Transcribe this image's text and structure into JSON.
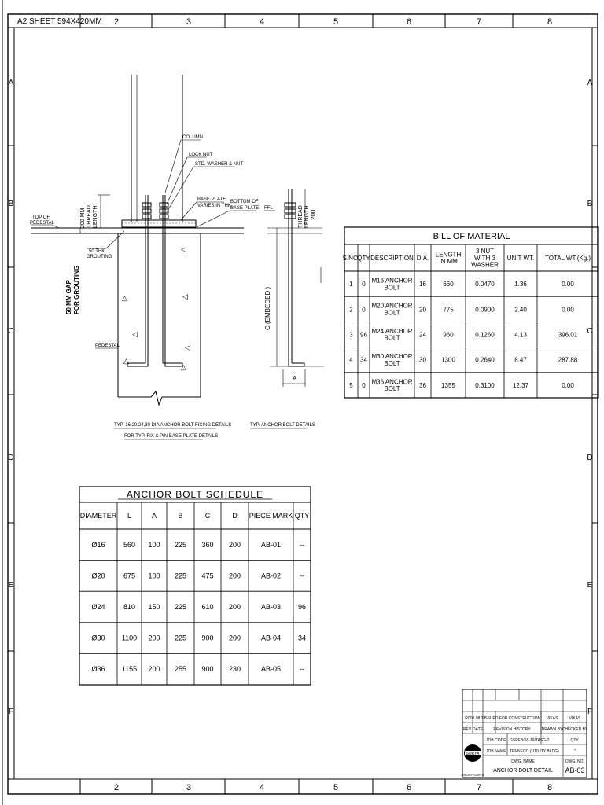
{
  "sheet": {
    "size_label": "A2 SHEET 594X420MM",
    "columns": [
      "2",
      "3",
      "4",
      "5",
      "6",
      "7",
      "8"
    ],
    "rows": [
      "A",
      "B",
      "C",
      "D",
      "E",
      "F"
    ]
  },
  "detail": {
    "labels": {
      "column": "COLUMN",
      "lock_nut": "LOCK NUT",
      "washer_nut": "STD. WASHER & NUT",
      "base_plate_1": "BASE PLATE",
      "base_plate_2": "VARIES IN THK.",
      "bottom_bp_1": "BOTTOM OF",
      "bottom_bp_2": "BASE PLATE",
      "ffl": "FFL",
      "top_ped_1": "TOP OF",
      "top_ped_2": "PEDESTAL",
      "grout_1": "50 THK.",
      "grout_2": "GROUTING",
      "pedestal": "PEDESTAL",
      "thread_1": "200 MM",
      "thread_2": "THREAD",
      "thread_3": "LENGTH",
      "gap_1": "50 MM GAP",
      "gap_2": "FOR GROUTING",
      "embedded": "C (EMBEDED )",
      "thread_len_1": "THREAD",
      "thread_len_2": "LENGTH",
      "thread_len_3": "200",
      "dim_a": "A",
      "caption_1": "TYP. 16,20,24,30 DIA ANCHOR BOLT FIXING DETAILS",
      "caption_2": "FOR TYP. FIX & PIN BASE PLATE DETAILS",
      "caption_3": "TYP.  ANCHOR BOLT DETAILS"
    }
  },
  "bom": {
    "title": "BILL OF MATERIAL",
    "headers": [
      "S.NO.",
      "QTY",
      "DESCRIPTION",
      "DIA.",
      "LENGTH IN MM",
      "3 NUT WITH 3 WASHER",
      "UNIT WT.",
      "TOTAL WT.(Kg.)"
    ],
    "rows": [
      [
        "1",
        "0",
        "M16 ANCHOR BOLT",
        "16",
        "660",
        "0.0470",
        "1.36",
        "0.00"
      ],
      [
        "2",
        "0",
        "M20 ANCHOR BOLT",
        "20",
        "775",
        "0.0900",
        "2.40",
        "0.00"
      ],
      [
        "3",
        "96",
        "M24 ANCHOR BOLT",
        "24",
        "960",
        "0.1260",
        "4.13",
        "396.01"
      ],
      [
        "4",
        "34",
        "M30 ANCHOR BOLT",
        "30",
        "1300",
        "0.2640",
        "8.47",
        "287.88"
      ],
      [
        "5",
        "0",
        "M36 ANCHOR BOLT",
        "36",
        "1355",
        "0.3100",
        "12.37",
        "0.00"
      ]
    ]
  },
  "schedule": {
    "title": "ANCHOR BOLT SCHEDULE",
    "headers": [
      "DIAMETER",
      "L",
      "A",
      "B",
      "C",
      "D",
      "PIECE MARK",
      "QTY"
    ],
    "rows": [
      [
        "Ø16",
        "560",
        "100",
        "225",
        "360",
        "200",
        "AB-01",
        "--"
      ],
      [
        "Ø20",
        "675",
        "100",
        "225",
        "475",
        "200",
        "AB-02",
        "--"
      ],
      [
        "Ø24",
        "810",
        "150",
        "225",
        "610",
        "200",
        "AB-03",
        "96"
      ],
      [
        "Ø30",
        "1100",
        "200",
        "225",
        "900",
        "200",
        "AB-04",
        "34"
      ],
      [
        "Ø36",
        "1155",
        "200",
        "255",
        "900",
        "230",
        "AB-05",
        "--"
      ]
    ]
  },
  "title_block": {
    "rev_row": [
      "R0",
      "08.08.18",
      "ISSUED FOR CONSTRUCTION",
      "VIKAS",
      "VIKAS"
    ],
    "rev_head": [
      "REV.",
      "DATE",
      "REVISION HISTORY",
      "DRAWN BY",
      "CHECKED BY"
    ],
    "job_code_label": "JOB CODE",
    "job_code": "GSPEB/18-19/TASG-2",
    "job_name_label": "JOB NAME",
    "job_name": "TENNECO (UTILITY BLDG)",
    "qty_label": "QTY.",
    "qty": "-",
    "dwg_name_label": "DWG. NAME",
    "dwg_name": "ANCHOR BOLT DETAIL",
    "dwg_no_label": "DWG. NO.",
    "dwg_no": "AB-03",
    "logo_text": "SURYA",
    "logo_sub": "GROUP SURYA"
  }
}
